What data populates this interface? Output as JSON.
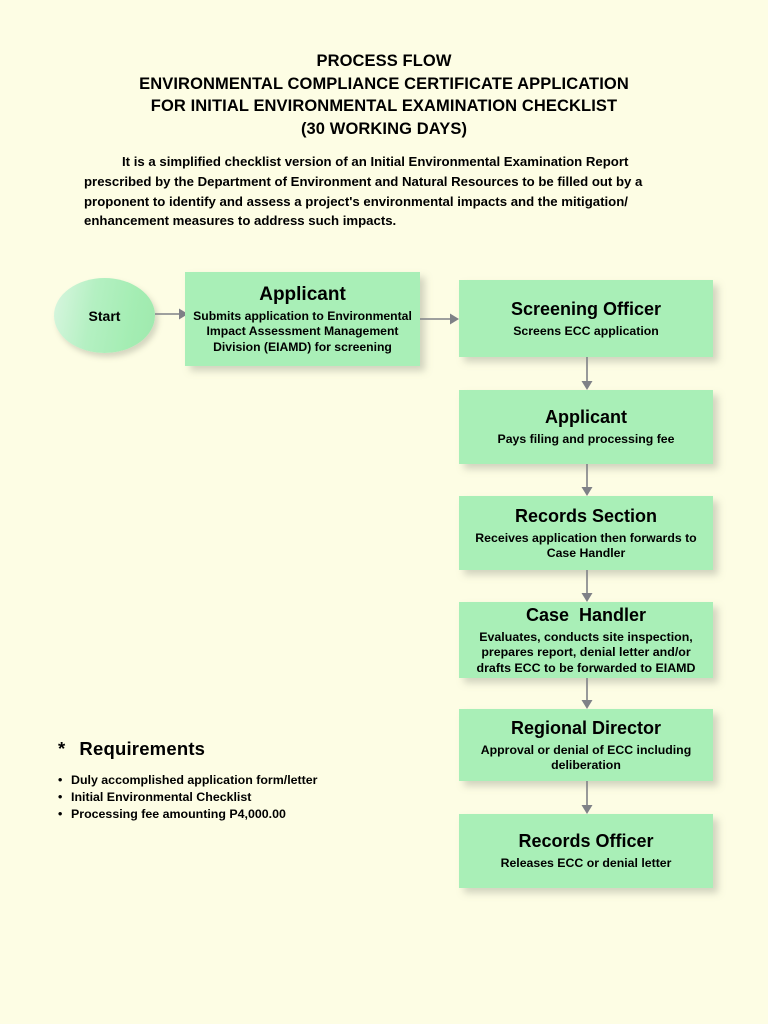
{
  "document": {
    "background_color": "#fdfde4",
    "node_color": "#a9efb7",
    "connector_color": "#7f8187",
    "title_lines": [
      "PROCESS FLOW",
      "ENVIRONMENTAL COMPLIANCE CERTIFICATE APPLICATION",
      "FOR INITIAL ENVIRONMENTAL EXAMINATION CHECKLIST",
      "(30 WORKING DAYS)"
    ],
    "intro_paragraph": "It is a simplified checklist version of an Initial Environmental Examination Report prescribed by the Department of Environment and Natural Resources to be filled out by a proponent to identify and assess a project's environmental impacts and the mitigation/ enhancement measures to address such impacts."
  },
  "flow": {
    "start": {
      "label": "Start"
    },
    "nodes": [
      {
        "id": "applicant-1",
        "title": "Applicant",
        "description": "Submits application to Environmental Impact Assessment Management Division (EIAMD) for screening"
      },
      {
        "id": "screening-officer",
        "title": "Screening Officer",
        "description": "Screens ECC application"
      },
      {
        "id": "applicant-2",
        "title": "Applicant",
        "description": "Pays filing and processing fee"
      },
      {
        "id": "records-section",
        "title": "Records Section",
        "description": "Receives application then forwards to Case Handler"
      },
      {
        "id": "case-handler",
        "title": "Case  Handler",
        "description": "Evaluates, conducts site inspection, prepares report, denial letter and/or drafts ECC to be forwarded to EIAMD"
      },
      {
        "id": "regional-director",
        "title": "Regional Director",
        "description": "Approval or denial of ECC including deliberation"
      },
      {
        "id": "records-officer",
        "title": "Records Officer",
        "description": "Releases ECC or denial letter"
      }
    ]
  },
  "requirements": {
    "star": "*",
    "heading": "Requirements",
    "items": [
      "Duly accomplished application form/letter",
      "Initial Environmental Checklist",
      "Processing fee amounting P4,000.00"
    ]
  }
}
